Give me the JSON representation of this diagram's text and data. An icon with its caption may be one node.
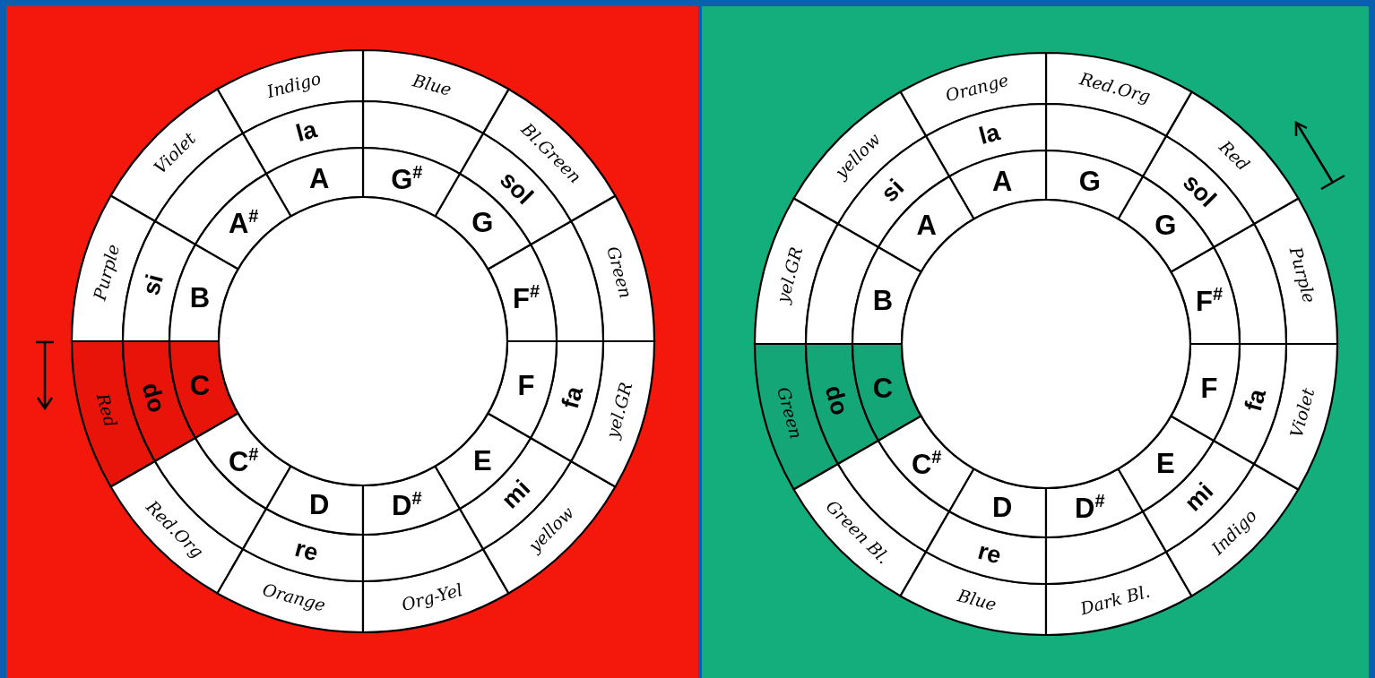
{
  "diagram": {
    "labels": [
      "Red",
      "do",
      "C",
      "Red.Org",
      "C$^{#}$",
      "Orange",
      "re",
      "D",
      "Org-Yel",
      "D$^{#}$",
      "yellow",
      "mi",
      "E",
      "yel.GR",
      "fa",
      "F",
      "Green",
      "F$^{#}$",
      "Bl.Green",
      "sol",
      "G",
      "Blue",
      "G$^{#}$",
      "Indigo",
      "la",
      "A",
      "Violet",
      "A$^{#}$",
      "Purple",
      "si",
      "B",
      "Green",
      "do",
      "C",
      "Green Bl.",
      "C$^{#}$",
      "Blue",
      "re",
      "D",
      "Dark Bl.",
      "D$^{#}$",
      "Indigo",
      "mi",
      "E",
      "Violet",
      "fa",
      "F",
      "Purple",
      "F$^{#}$",
      "Red",
      "sol",
      "G",
      "Red.Org",
      "G",
      "Orange",
      "la",
      "A",
      "yellow",
      "si",
      "A",
      "yel.GR",
      "B"
    ]
  }
}
